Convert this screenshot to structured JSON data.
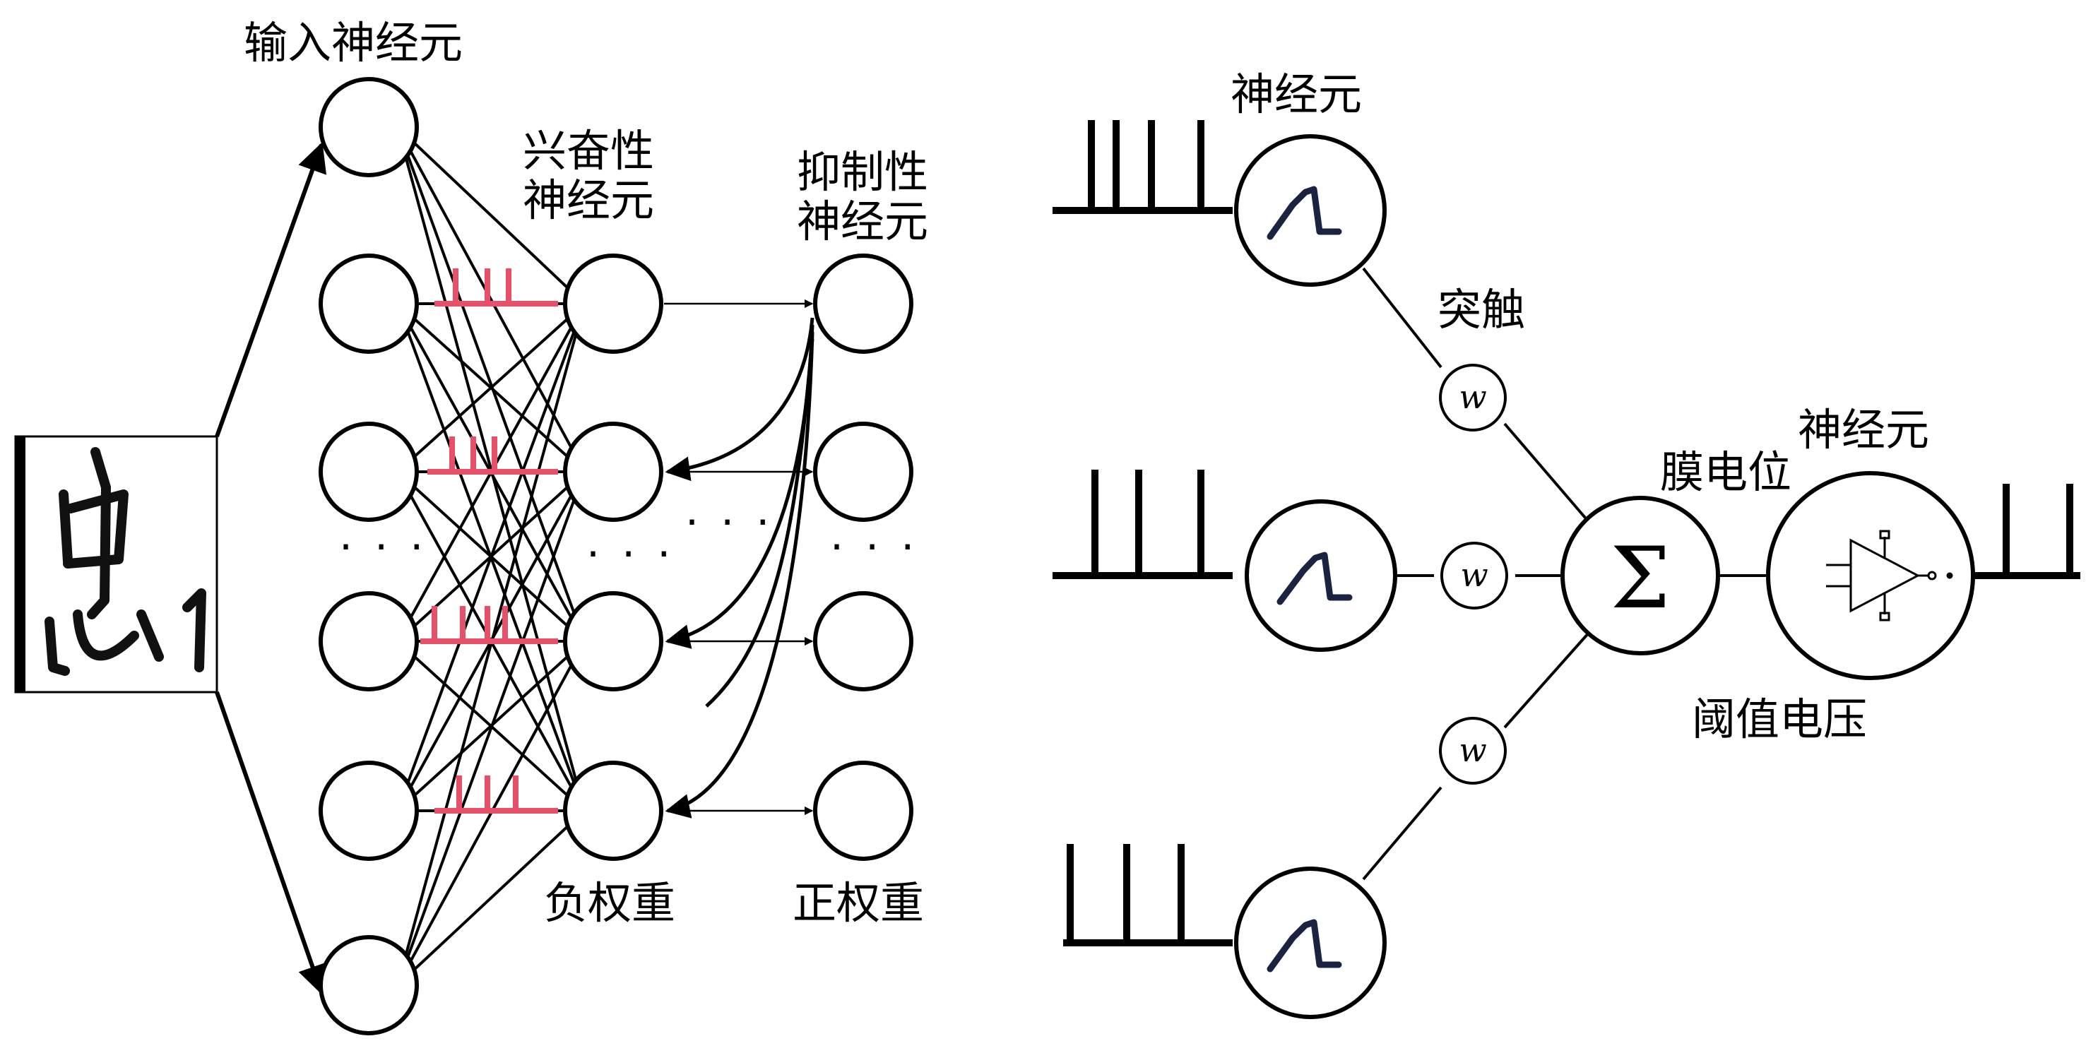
{
  "left_panel": {
    "input_neurons_label": "输入神经元",
    "excitatory_label_line1": "兴奋性",
    "excitatory_label_line2": "神经元",
    "inhibitory_label_line1": "抑制性",
    "inhibitory_label_line2": "神经元",
    "negative_weight_label": "负权重",
    "positive_weight_label": "正权重",
    "ellipsis": "· · ·",
    "spike_color": "#e8506a"
  },
  "right_panel": {
    "neuron_label_top": "神经元",
    "synapse_label": "突触",
    "weight_symbol": "w",
    "membrane_potential_label": "膜电位",
    "neuron_label_output": "神经元",
    "threshold_voltage_label": "阈值电压",
    "sum_symbol": "Σ"
  }
}
